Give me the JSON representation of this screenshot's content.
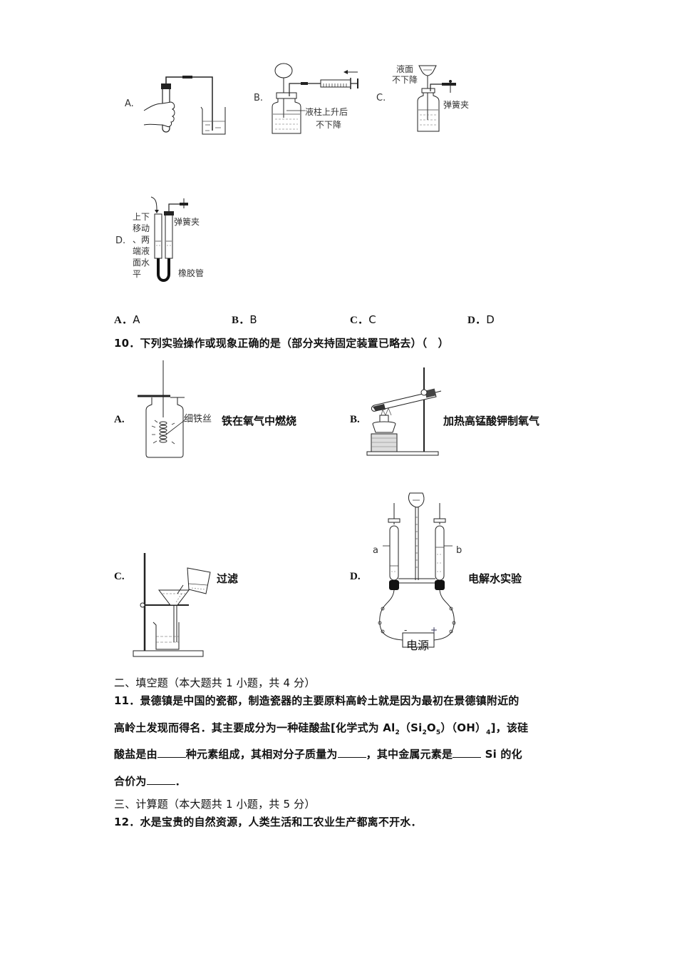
{
  "q9_figures": {
    "A": {
      "letter": "A."
    },
    "B": {
      "letter": "B.",
      "annotation_line1": "液柱上升后",
      "annotation_line2": "不下降"
    },
    "C": {
      "letter": "C.",
      "annotation_top_line1": "液面",
      "annotation_top_line2": "不下降",
      "clamp_label": "弹簧夹"
    },
    "D": {
      "letter": "D.",
      "side_text": [
        "上下",
        "移动",
        "、两",
        "端液",
        "面水",
        "平"
      ],
      "clamp_label": "弹簧夹",
      "tube_label": "橡胶管"
    }
  },
  "q9_options": [
    {
      "letter": "A．",
      "value": "A"
    },
    {
      "letter": "B．",
      "value": "B"
    },
    {
      "letter": "C．",
      "value": "C"
    },
    {
      "letter": "D．",
      "value": "D"
    }
  ],
  "q10": {
    "stem": "10．下列实验操作或现象正确的是（部分夹持固定装置已略去）（　）",
    "options": [
      {
        "letter": "A.",
        "caption": "铁在氧气中燃烧",
        "figure_label": "细铁丝"
      },
      {
        "letter": "B.",
        "caption": "加热高锰酸钾制氧气"
      },
      {
        "letter": "C.",
        "caption": "过滤"
      },
      {
        "letter": "D.",
        "caption": "电解水实验",
        "label_a": "a",
        "label_b": "b",
        "minus": "-",
        "plus": "+",
        "power_label": "电源"
      }
    ]
  },
  "section2": {
    "heading": "二、填空题（本大题共 1 小题，共 4 分）",
    "q11_line1": "11．景德镇是中国的瓷都，制造瓷器的主要原料高岭土就是因为最初在景德镇附近的",
    "q11_line2_pre": "高岭土发现而得名．其主要成分为一种硅酸盐[化学式为 Al",
    "q11_al_sub": "2",
    "q11_si": "（Si",
    "q11_si_sub": "2",
    "q11_o": "O",
    "q11_o_sub": "5",
    "q11_oh": "）（OH）",
    "q11_oh_sub": "4",
    "q11_line2_post": "]，该硅",
    "q11_line3_a": "酸盐是由",
    "q11_line3_b": "种元素组成，其相对分子质量为",
    "q11_line3_c": "，其中金属元素是",
    "q11_line3_d": " Si 的化",
    "q11_line4_a": "合价为",
    "q11_line4_b": "．"
  },
  "section3": {
    "heading": "三、计算题（本大题共 1 小题，共 5 分）",
    "q12": "12．水是宝贵的自然资源，人类生活和工农业生产都离不开水．"
  }
}
